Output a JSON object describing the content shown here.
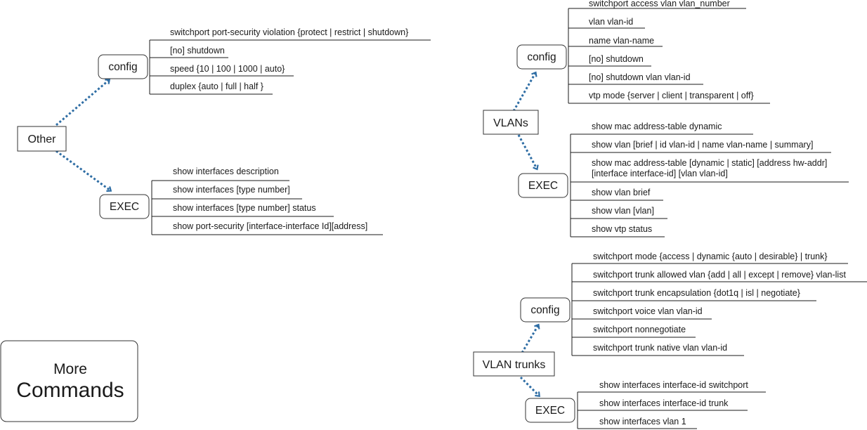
{
  "legend": {
    "line1": "More",
    "line2": "Commands"
  },
  "groups": {
    "other": {
      "label": "Other",
      "config": {
        "label": "config",
        "commands": [
          "switchport port-security violation {protect | restrict | shutdown}",
          "[no] shutdown",
          "speed {10 | 100 | 1000 | auto}",
          "duplex {auto | full | half }"
        ]
      },
      "exec": {
        "label": "EXEC",
        "commands": [
          "show interfaces description",
          "show interfaces [type number]",
          "show interfaces [type number] status",
          "show port-security [interface-interface Id][address]"
        ]
      }
    },
    "vlans": {
      "label": "VLANs",
      "config": {
        "label": "config",
        "commands": [
          "switchport access vlan vlan_number",
          "vlan vlan-id",
          "name vlan-name",
          "[no] shutdown",
          "[no] shutdown vlan vlan-id",
          "vtp mode {server | client | transparent | off}"
        ]
      },
      "exec": {
        "label": "EXEC",
        "commands": [
          "show mac address-table dynamic",
          "show vlan [brief | id vlan-id | name vlan-name | summary]",
          "show mac address-table [dynamic | static] [address hw-addr]\n[interface interface-id] [vlan vlan-id]",
          "show vlan brief",
          "show vlan [vlan]",
          "show vtp status"
        ]
      }
    },
    "trunks": {
      "label": "VLAN trunks",
      "config": {
        "label": "config",
        "commands": [
          "switchport mode {access | dynamic {auto | desirable} | trunk}",
          "switchport trunk allowed vlan {add | all | except | remove} vlan-list",
          "switchport trunk encapsulation {dot1q | isl | negotiate}",
          "switchport voice vlan vlan-id",
          "switchport nonnegotiate",
          "switchport trunk native vlan vlan-id"
        ]
      },
      "exec": {
        "label": "EXEC",
        "commands": [
          "show interfaces interface-id switchport",
          "show interfaces interface-id trunk",
          "show interfaces vlan 1"
        ]
      }
    }
  },
  "colors": {
    "arrow": "#2e6da4",
    "line": "#1a1a1a",
    "box_border": "#333333"
  }
}
